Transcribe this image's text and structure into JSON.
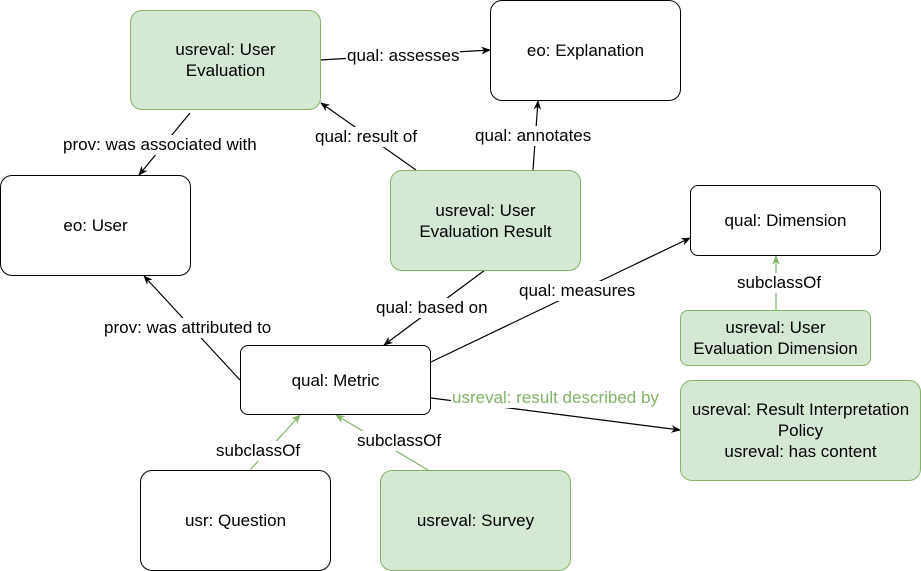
{
  "nodes": {
    "user_evaluation": "usreval: User Evaluation",
    "explanation": "eo: Explanation",
    "user": "eo: User",
    "user_evaluation_result": "usreval: User Evaluation Result",
    "dimension": "qual: Dimension",
    "user_evaluation_dimension": "usreval: User Evaluation Dimension",
    "metric": "qual: Metric",
    "result_interpretation_policy": "usreval: Result Interpretation Policy",
    "has_content": "usreval: has content",
    "question": "usr: Question",
    "survey": "usreval: Survey"
  },
  "edges": {
    "assesses": "qual: assesses",
    "was_associated_with": "prov: was associated with",
    "result_of": "qual: result of",
    "annotates": "qual: annotates",
    "based_on": "qual: based on",
    "measures": "qual: measures",
    "was_attributed_to": "prov: was attributed to",
    "subclass_dimension": "subclassOf",
    "result_described_by": "usreval: result described by",
    "subclass_question": "subclassOf",
    "subclass_survey": "subclassOf"
  },
  "colors": {
    "green_fill": "#d5e8d4",
    "green_stroke": "#82b366",
    "black": "#000000"
  }
}
